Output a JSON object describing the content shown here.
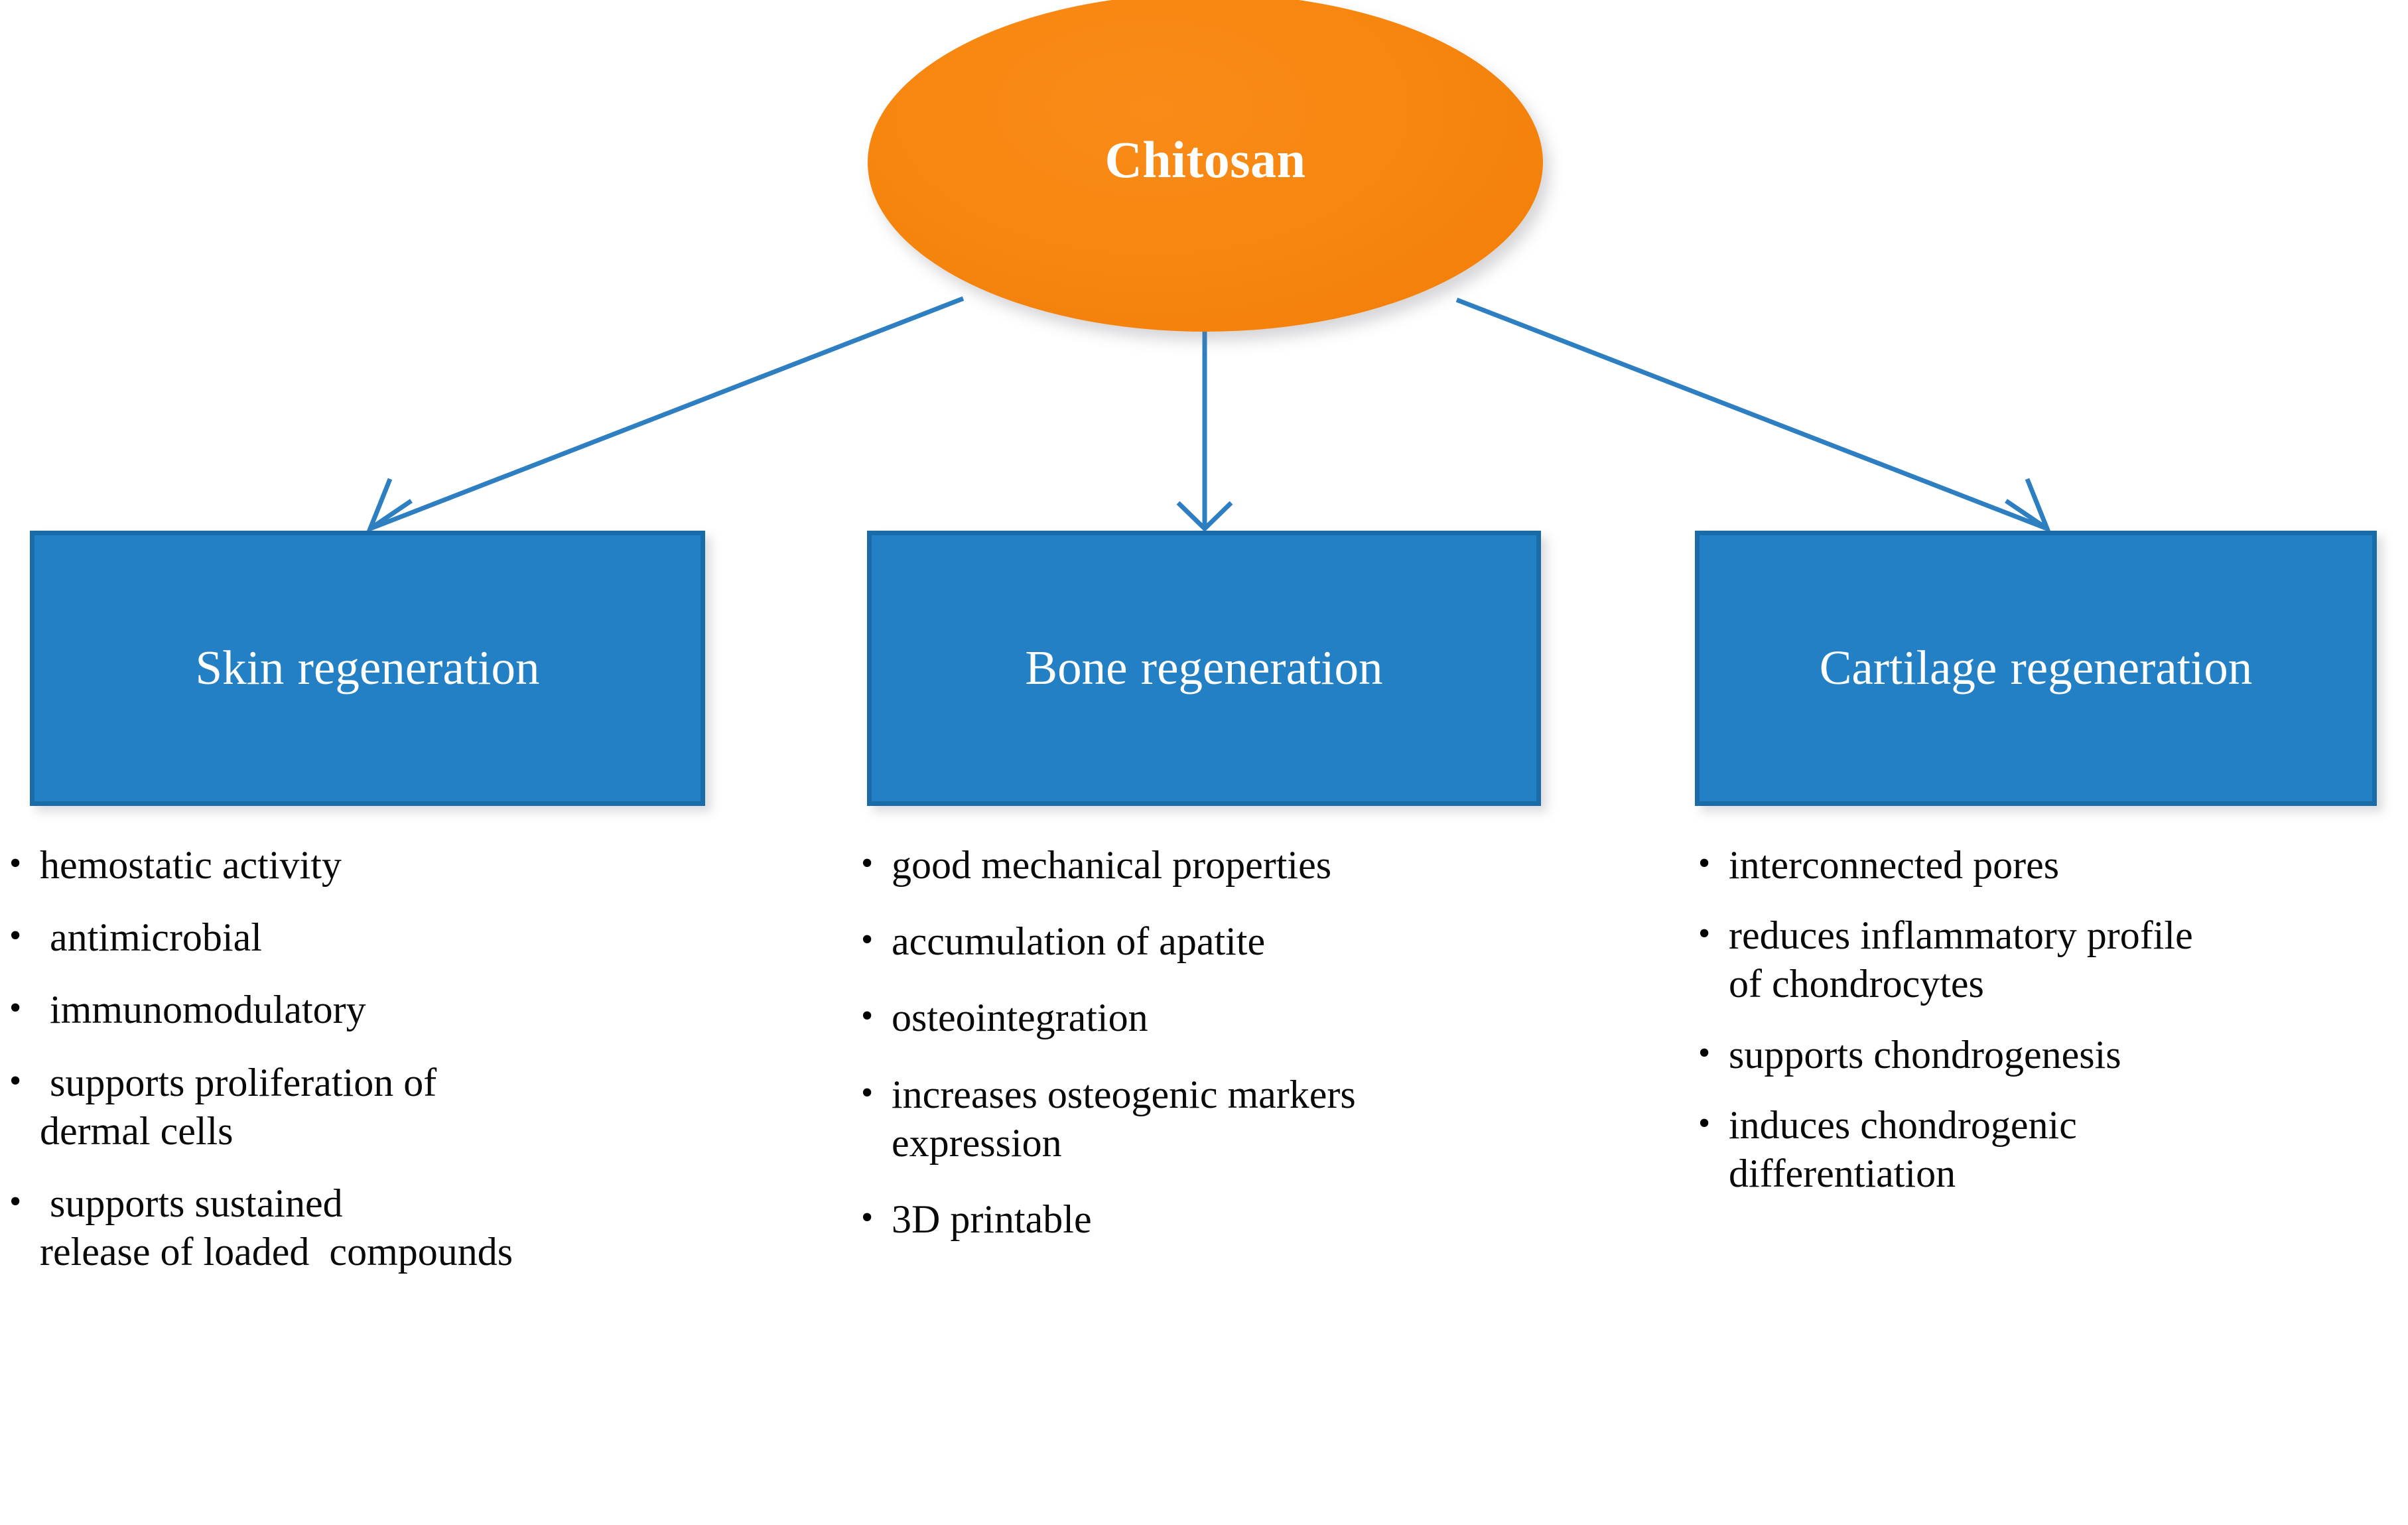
{
  "diagram": {
    "title": "Chitosan",
    "root": {
      "label": "Chitosan",
      "fill_color": "#F7870F",
      "text_color": "#FFFFFF",
      "shape": "ellipse"
    },
    "connector": {
      "color": "#2E7FC2",
      "style": "single-arrow",
      "arrow_count": 3
    },
    "branches": [
      {
        "header": "Skin regeneration",
        "fill_color": "#2480C4",
        "border_color": "#1A6CA8",
        "text_color": "#FFFFFF",
        "bullet_glyph": "•",
        "bullets": [
          "hemostatic activity",
          " antimicrobial",
          " immunomodulatory",
          " supports proliferation of\ndermal cells",
          " supports sustained\nrelease of loaded  compounds"
        ]
      },
      {
        "header": "Bone regeneration",
        "fill_color": "#2480C4",
        "border_color": "#1A6CA8",
        "text_color": "#FFFFFF",
        "bullet_glyph": "•",
        "bullets": [
          "good mechanical properties",
          "accumulation of apatite",
          "osteointegration",
          "increases osteogenic markers\nexpression",
          "3D printable"
        ]
      },
      {
        "header": "Cartilage\nregeneration",
        "fill_color": "#2480C4",
        "border_color": "#1A6CA8",
        "text_color": "#FFFFFF",
        "bullet_glyph": "•",
        "bullets": [
          "interconnected pores",
          "reduces inflammatory profile\nof chondrocytes",
          "supports chondrogenesis",
          "induces chondrogenic\ndifferentiation"
        ]
      }
    ]
  }
}
